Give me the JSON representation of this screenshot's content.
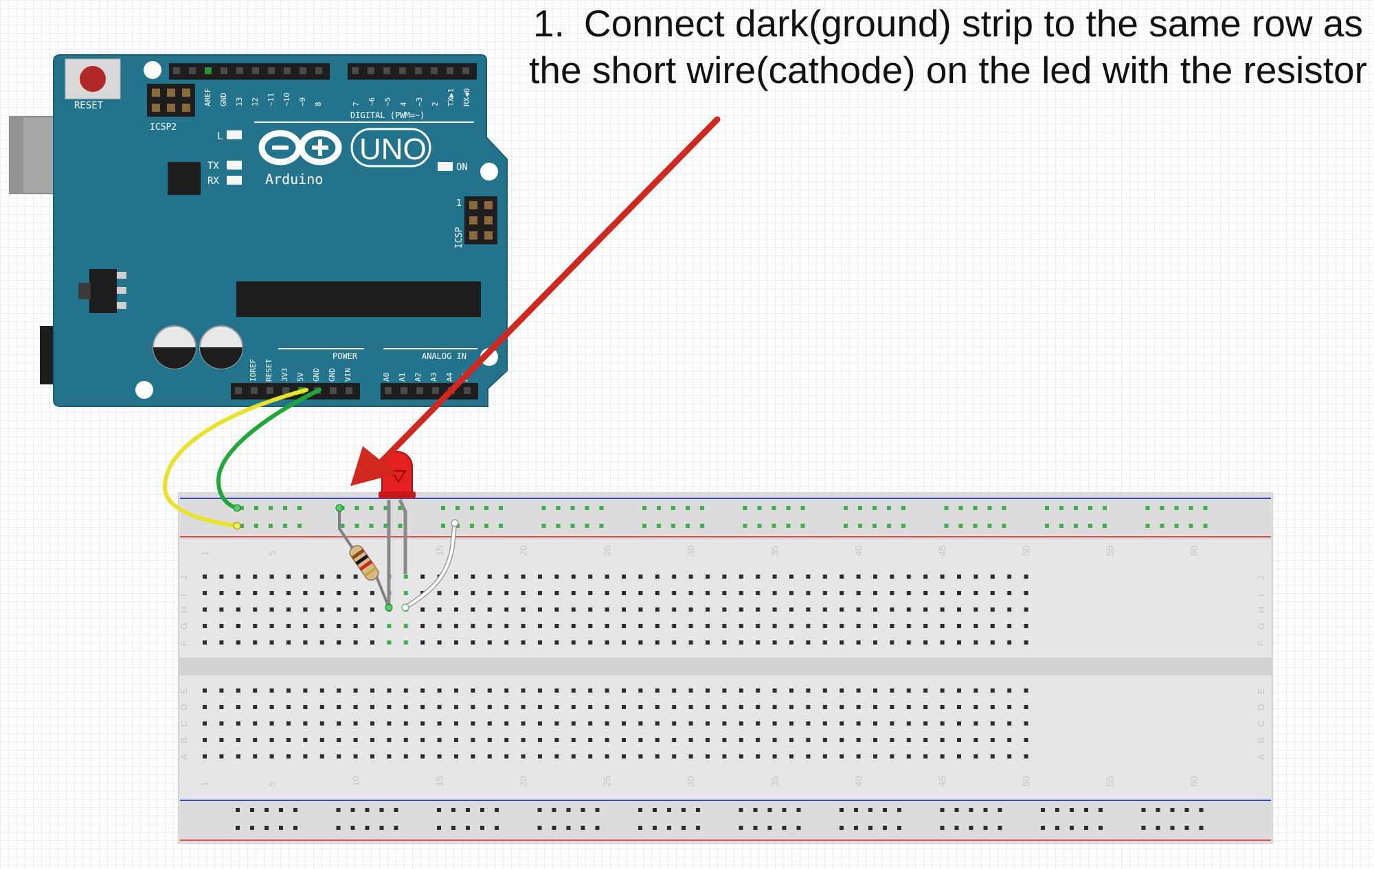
{
  "instruction": {
    "number": "1.",
    "text": "Connect dark(ground) strip to the same row as the short wire(cathode) on the led with the resistor"
  },
  "arduino": {
    "board_name": "UNO",
    "brand": "Arduino",
    "reset_label": "RESET",
    "icsp2_label": "ICSP2",
    "icsp_label": "ICSP",
    "icsp_pin1": "1",
    "digital_label": "DIGITAL (PWM=~)",
    "power_label": "POWER",
    "analog_label": "ANALOG IN",
    "on_label": "ON",
    "l_label": "L",
    "tx_label": "TX",
    "rx_label": "RX",
    "digital_pins": [
      "AREF",
      "GND",
      "13",
      "12",
      "~11",
      "~10",
      "~9",
      "8",
      "7",
      "~6",
      "~5",
      "4",
      "~3",
      "2",
      "TX▶1",
      "RX◀0"
    ],
    "power_pins": [
      "IOREF",
      "RESET",
      "3V3",
      "5V",
      "GND",
      "GND",
      "VIN"
    ],
    "analog_pins": [
      "A0",
      "A1",
      "A2",
      "A3",
      "A4",
      "A5"
    ],
    "board_color": "#23738c"
  },
  "breadboard": {
    "column_numbers": [
      "1",
      "5",
      "10",
      "15",
      "20",
      "25",
      "30",
      "35",
      "40",
      "45",
      "50",
      "55",
      "60"
    ],
    "top_rows": [
      "J",
      "I",
      "H",
      "G",
      "F"
    ],
    "bottom_rows": [
      "E",
      "D",
      "C",
      "B",
      "A"
    ]
  },
  "colors": {
    "arrow": "#d0281e",
    "wire_5v": "#e8e22a",
    "wire_gnd": "#1fa838",
    "led": "#e62020",
    "rail_blue": "#3a46c8",
    "rail_red": "#e05050"
  }
}
